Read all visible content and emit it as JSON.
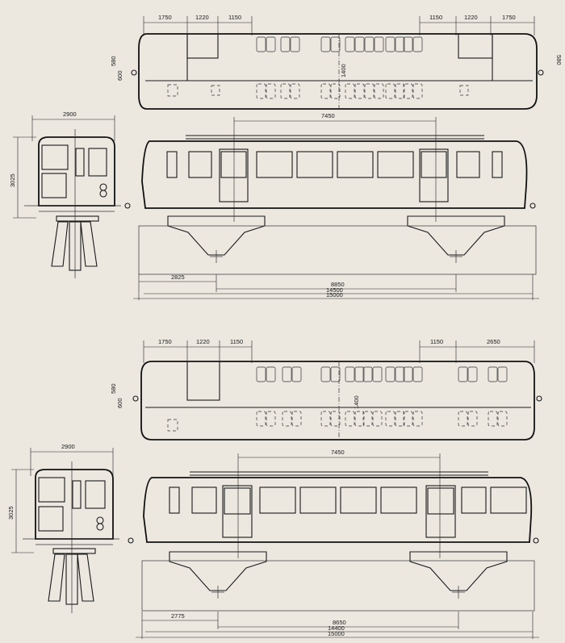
{
  "drawing_1": {
    "plan_dims": {
      "top_left": [
        "1750",
        "1220",
        "1150"
      ],
      "top_right": [
        "1150",
        "1220",
        "1750"
      ],
      "side_580_left": "580",
      "side_580_right": "580",
      "side_600": "600",
      "center_width": "1400"
    },
    "front_dims": {
      "width": "2900",
      "height": "3025"
    },
    "side_dims": {
      "bogie_centres": "7450",
      "bottom": [
        "2825",
        "8850",
        "14500",
        "15000"
      ]
    }
  },
  "drawing_2": {
    "plan_dims": {
      "top_left": [
        "1750",
        "1220",
        "1150"
      ],
      "top_right": [
        "1150",
        "2650"
      ],
      "side_580": "580",
      "side_600": "600",
      "center_width": "1400"
    },
    "front_dims": {
      "width": "2900",
      "height": "3025"
    },
    "side_dims": {
      "bogie_centres": "7450",
      "bottom": [
        "2775",
        "8650",
        "14400",
        "15000"
      ]
    }
  }
}
